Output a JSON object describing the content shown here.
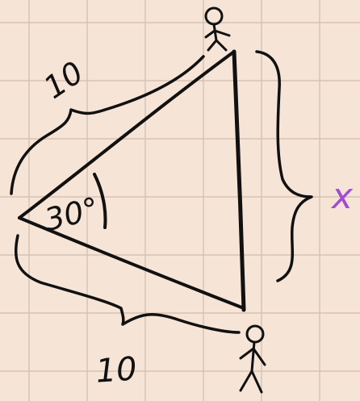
{
  "diagram": {
    "labels": {
      "top_side": "10",
      "bottom_side": "10",
      "angle": "30°",
      "unknown": "x"
    },
    "colors": {
      "background": "#f6e4d6",
      "grid": "#d7c1b3",
      "ink": "#111111",
      "unknown_label": "#a24bd6"
    }
  }
}
